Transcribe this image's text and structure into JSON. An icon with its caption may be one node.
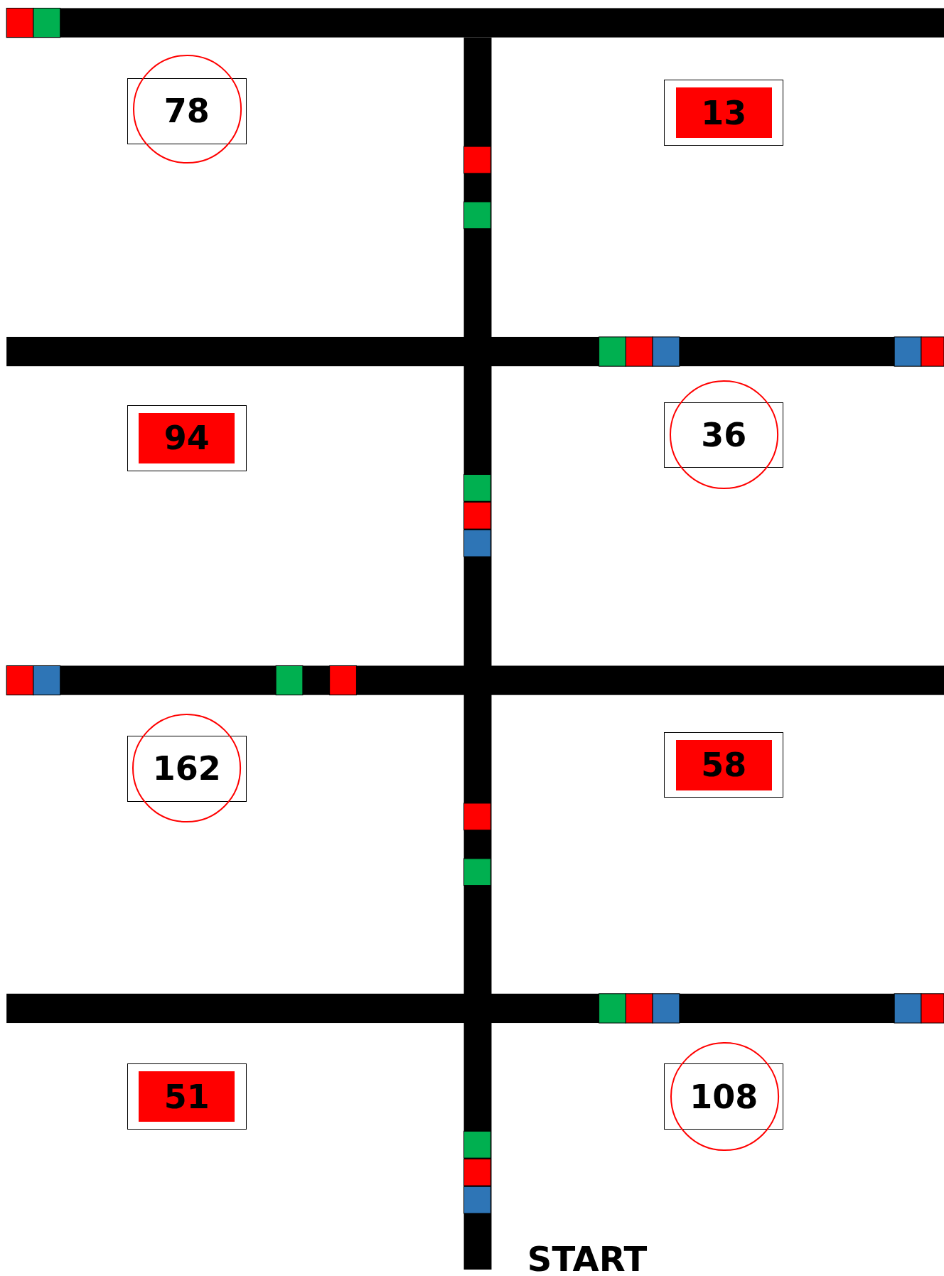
{
  "diagram": {
    "nodes": [
      {
        "text": [
          "78"
        ]
      },
      {
        "text": [
          "13"
        ]
      },
      {
        "text": [
          "94"
        ]
      },
      {
        "text": [
          "36"
        ]
      },
      {
        "text": [
          "162"
        ]
      },
      {
        "text": [
          "58"
        ]
      },
      {
        "text": [
          "51"
        ]
      },
      {
        "text": [
          "108"
        ]
      }
    ],
    "labels": [
      "START"
    ]
  }
}
